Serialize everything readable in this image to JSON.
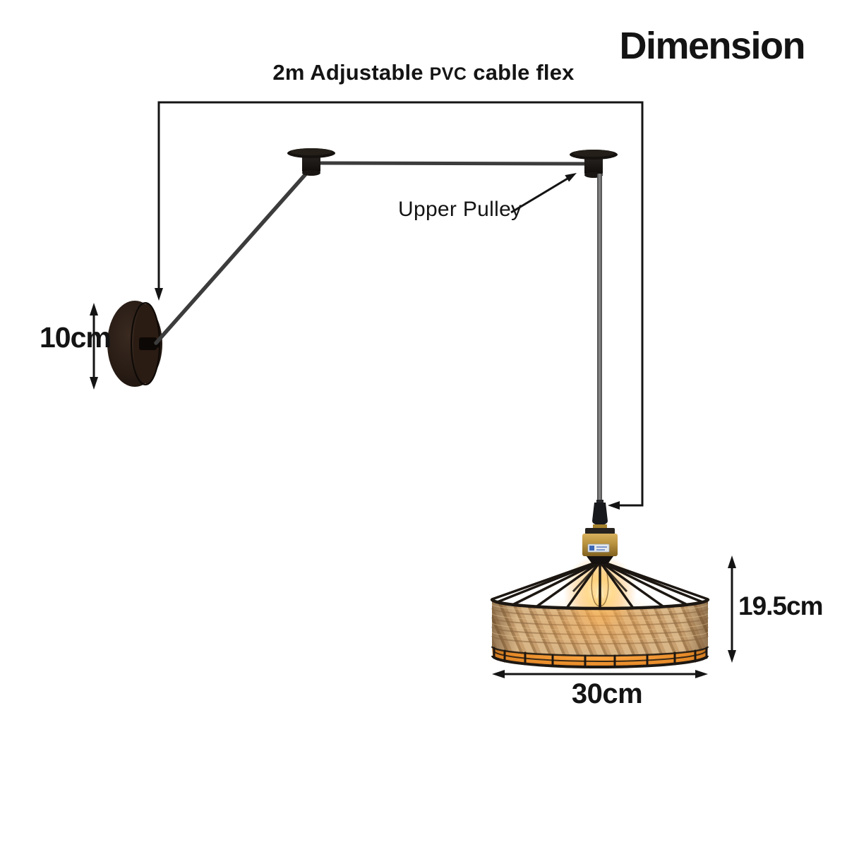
{
  "title": "Dimension",
  "top_dimension": {
    "prefix": "2m Adjustable",
    "pvc": "PVC",
    "suffix": "cable flex"
  },
  "callout": {
    "upper_pulley": "Upper Pulley"
  },
  "measurements": {
    "wall_plate_height": "10cm",
    "shade_height": "19.5cm",
    "shade_diameter": "30cm"
  },
  "colors": {
    "background": "#ffffff",
    "line": "#141414",
    "text": "#141414",
    "metal": "#1d1712",
    "arm": "#3c3c3c",
    "cable": "#6f6f6f",
    "brass": "#b9923f",
    "rope_base": "#c89f6f",
    "rope_light": "#d9b687",
    "rope_shadow": "#aa8355",
    "glow": "#f59c3c",
    "plate": "#241812"
  }
}
